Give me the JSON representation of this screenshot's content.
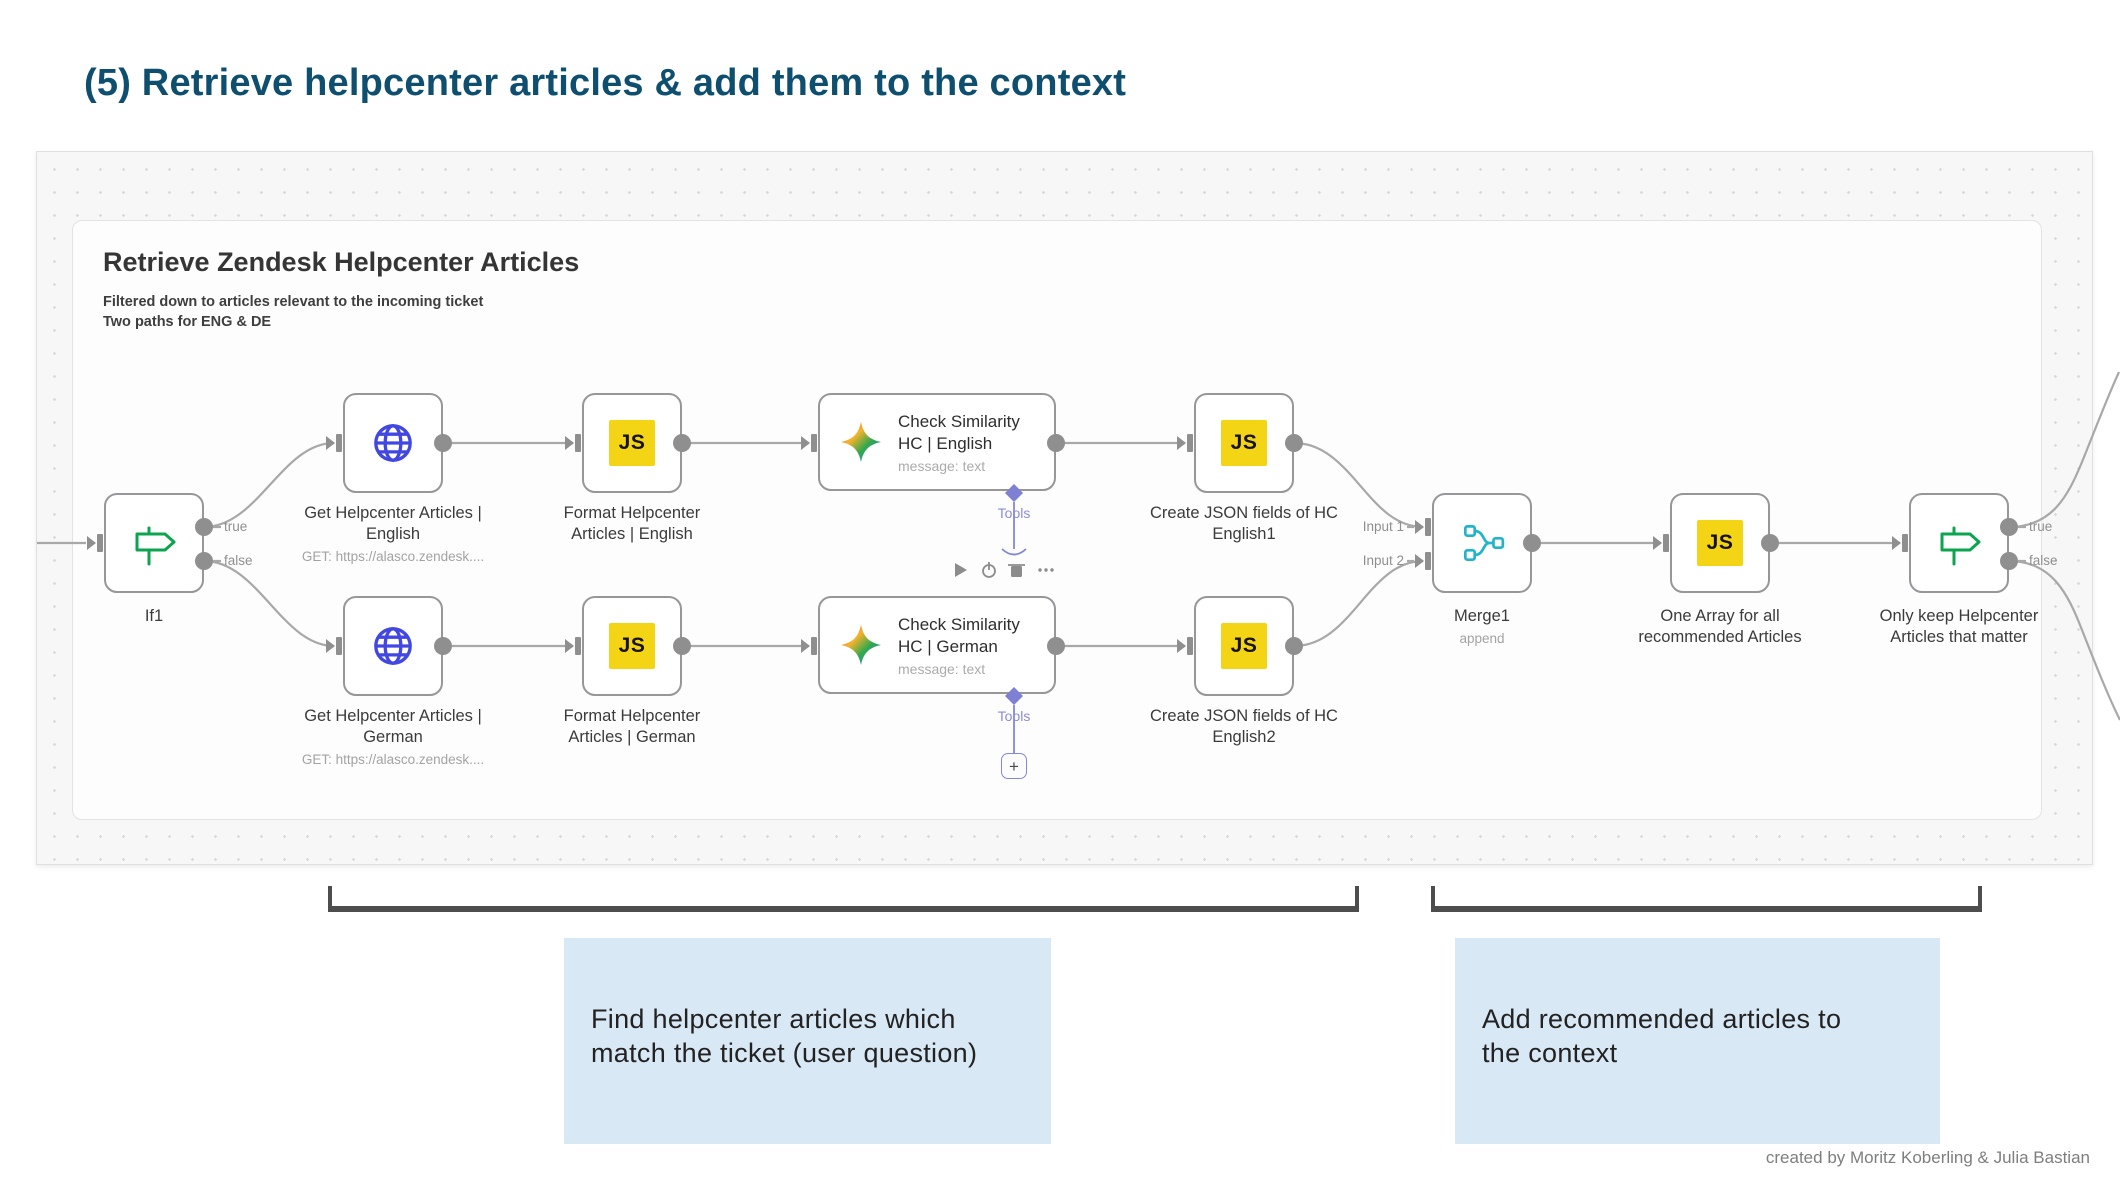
{
  "header": {
    "title": "(5) Retrieve helpcenter articles & add them to the context"
  },
  "sticky_note": {
    "heading": "Retrieve Zendesk Helpcenter Articles",
    "subtext": "Filtered down to articles relevant to the incoming ticket\nTwo paths for ENG & DE"
  },
  "nodes": {
    "if1": {
      "label": "If1",
      "outputs": {
        "true": "true",
        "false": "false"
      }
    },
    "get_articles_english": {
      "label": "Get Helpcenter Articles |\nEnglish",
      "subtitle": "GET: https://alasco.zendesk...."
    },
    "format_articles_english": {
      "label": "Format Helpcenter\nArticles | English"
    },
    "check_similarity_english": {
      "title": "Check Similarity\nHC | English",
      "subtitle": "message: text",
      "tools_label": "Tools"
    },
    "create_json_english1": {
      "label": "Create JSON fields of HC\nEnglish1"
    },
    "get_articles_german": {
      "label": "Get Helpcenter Articles |\nGerman",
      "subtitle": "GET: https://alasco.zendesk...."
    },
    "format_articles_german": {
      "label": "Format Helpcenter\nArticles | German"
    },
    "check_similarity_german": {
      "title": "Check Similarity\nHC | German",
      "subtitle": "message: text",
      "tools_label": "Tools"
    },
    "create_json_english2": {
      "label": "Create JSON fields of HC\nEnglish2"
    },
    "merge1": {
      "label": "Merge1",
      "subtitle": "append",
      "inputs": {
        "input1": "Input 1",
        "input2": "Input 2"
      }
    },
    "one_array": {
      "label": "One Array for all\nrecommended Articles"
    },
    "only_keep": {
      "label": "Only keep Helpcenter\nArticles that matter",
      "outputs": {
        "true": "true",
        "false": "false"
      }
    }
  },
  "icons": {
    "js_label": "JS",
    "plus": "+",
    "play-icon": "triangle",
    "power-icon": "circle-line",
    "trash-icon": "bin",
    "ellipsis-icon": "dots"
  },
  "annotations": {
    "find_articles": "Find helpcenter articles which\nmatch the ticket (user question)",
    "add_articles": "Add recommended articles to\nthe context"
  },
  "credit": "created by Moritz Koberling & Julia Bastian",
  "colors": {
    "title": "#0e4f70",
    "edge": "#a8a8a8",
    "port": "#8f8f8f",
    "if_green": "#0ca44f",
    "globe_blue": "#4247e2",
    "js_yellow": "#f3d515",
    "merge_teal": "#22b5c8",
    "tools_purple": "#8487d8",
    "callout_blue": "#d9e8f5"
  }
}
